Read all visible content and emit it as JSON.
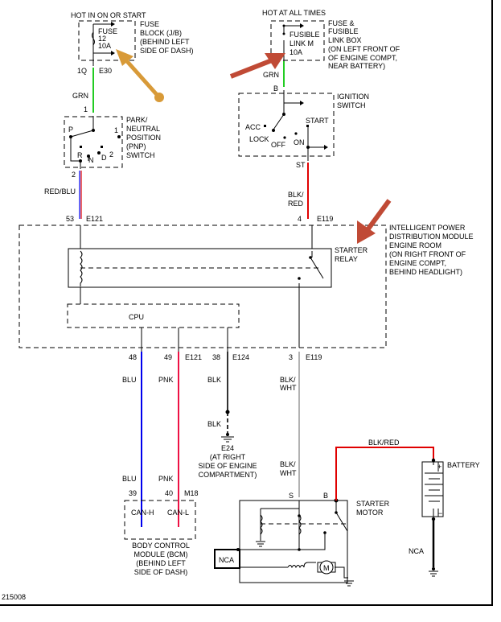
{
  "diagram_id": "215008",
  "colors": {
    "grn": "#22cc22",
    "red": "#e00000",
    "blu": "#0000ee",
    "pnk": "#ee1144",
    "blk": "#333333",
    "wht": "#999999",
    "arrow_orange": "#d89a38",
    "arrow_red": "#c04a35"
  },
  "fuse_block": {
    "header": "HOT IN ON OR START",
    "fuse": "FUSE",
    "number": "12",
    "rating": "10A",
    "desc": [
      "FUSE",
      "BLOCK (J/B)",
      "(BEHIND LEFT",
      "SIDE OF DASH)"
    ],
    "pin": "1Q",
    "conn": "E30",
    "wire": "GRN"
  },
  "fusible_box": {
    "header": "HOT AT ALL TIMES",
    "fuse": "FUSIBLE",
    "number": "LINK M",
    "rating": "10A",
    "desc": [
      "FUSE &",
      "FUSIBLE",
      "LINK BOX",
      "(ON LEFT FRONT OF",
      "OF ENGINE COMPT,",
      "NEAR BATTERY)"
    ],
    "wire": "GRN"
  },
  "pnp_switch": {
    "pin_top": "1",
    "pin_bottom": "2",
    "desc": [
      "PARK/",
      "NEUTRAL",
      "POSITION",
      "(PNP)",
      "SWITCH"
    ],
    "positions": [
      "P",
      "R",
      "N",
      "D",
      "2",
      "1"
    ],
    "wire": "RED/BLU"
  },
  "ignition_switch": {
    "pin_top": "B",
    "pin_bottom": "ST",
    "desc": [
      "IGNITION",
      "SWITCH"
    ],
    "positions": [
      "ACC",
      "LOCK",
      "OFF",
      "ON",
      "START"
    ],
    "wire": [
      "BLK/",
      "RED"
    ]
  },
  "ipdm": {
    "desc": [
      "INTELLIGENT POWER",
      "DISTRIBUTION MODULE",
      "ENGINE ROOM",
      "(ON RIGHT FRONT OF",
      "ENGINE COMPT,",
      "BEHIND HEADLIGHT)"
    ],
    "pin_left": "53",
    "conn_left": "E121",
    "pin_right": "4",
    "conn_right": "E119",
    "relay": [
      "STARTER",
      "RELAY"
    ],
    "cpu": "CPU",
    "bottom_pins": {
      "p48": "48",
      "p49": "49",
      "c121": "E121",
      "p38": "38",
      "c124": "E124",
      "p3": "3",
      "c119": "E119"
    }
  },
  "wires": {
    "blu": "BLU",
    "pnk": "PNK",
    "blk": "BLK",
    "blkwht": [
      "BLK/",
      "WHT"
    ],
    "blkred": "BLK/RED"
  },
  "ground": {
    "id": "E24",
    "desc": [
      "(AT RIGHT",
      "SIDE OF ENGINE",
      "COMPARTMENT)"
    ]
  },
  "bcm": {
    "pin39": "39",
    "pin40": "40",
    "conn": "M18",
    "can_h": "CAN-H",
    "can_l": "CAN-L",
    "desc": [
      "BODY CONTROL",
      "MODULE (BCM)",
      "(BEHIND LEFT",
      "SIDE OF DASH)"
    ]
  },
  "starter_motor": {
    "pin_s": "S",
    "pin_b": "B",
    "desc": [
      "STARTER",
      "MOTOR"
    ],
    "nca": "NCA",
    "motor": "M"
  },
  "battery": {
    "label": "BATTERY",
    "plus": "+",
    "minus": "−",
    "nca": "NCA"
  }
}
